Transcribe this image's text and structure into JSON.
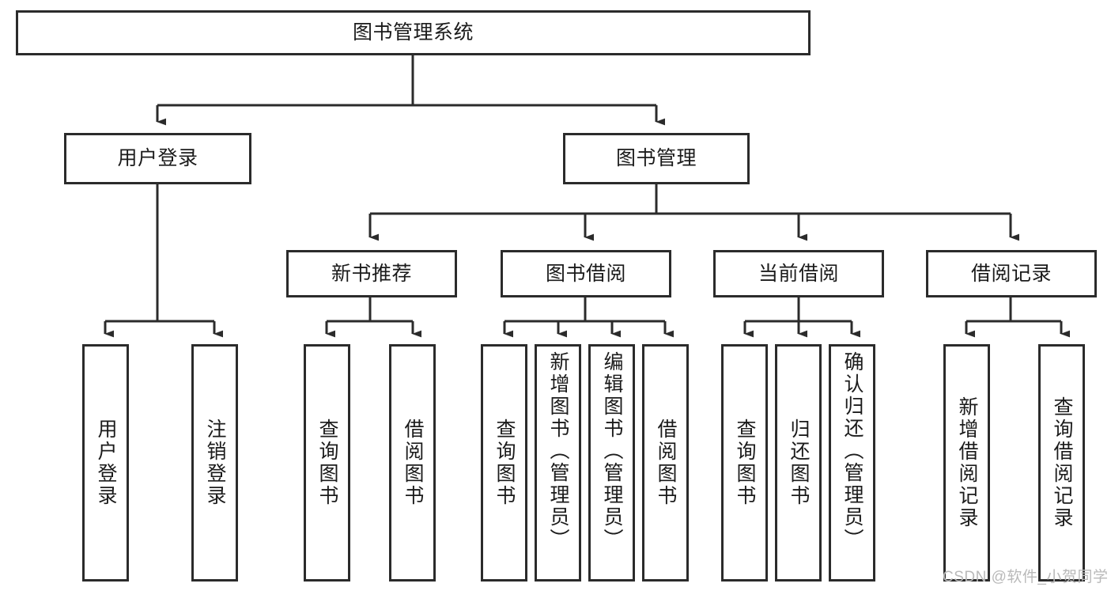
{
  "diagram": {
    "title": "图书管理系统",
    "type": "tree-hierarchy",
    "colors": {
      "box_border": "#2b2b2b",
      "box_fill": "#ffffff",
      "edge": "#2b2b2b",
      "background": "#ffffff",
      "watermark": "#b9b9b9"
    },
    "levels": {
      "level1": [
        "图书管理系统"
      ],
      "level2": [
        "用户登录",
        "图书管理"
      ],
      "level3": [
        "新书推荐",
        "图书借阅",
        "当前借阅",
        "借阅记录"
      ],
      "level4": [
        "用户登录",
        "注销登录",
        "查询图书",
        "借阅图书",
        "查询图书",
        "新增图书（管理员）",
        "编辑图书（管理员）",
        "借阅图书",
        "查询图书",
        "归还图书",
        "确认归还（管理员）",
        "新增借阅记录",
        "查询借阅记录"
      ]
    },
    "nodes": {
      "root": {
        "label": "图书管理系统"
      },
      "user_login": {
        "label": "用户登录"
      },
      "book_manage": {
        "label": "图书管理"
      },
      "new_book_rec": {
        "label": "新书推荐"
      },
      "book_borrow": {
        "label": "图书借阅"
      },
      "current_borrow": {
        "label": "当前借阅"
      },
      "borrow_record": {
        "label": "借阅记录"
      },
      "leaf_user_login": {
        "label": "用户登录"
      },
      "leaf_logout": {
        "label": "注销登录"
      },
      "leaf_query_book_1": {
        "label": "查询图书"
      },
      "leaf_borrow_book_1": {
        "label": "借阅图书"
      },
      "leaf_query_book_2": {
        "label": "查询图书"
      },
      "leaf_add_book": {
        "label": "新增图书（管理员）"
      },
      "leaf_edit_book": {
        "label": "编辑图书（管理员）"
      },
      "leaf_borrow_book_2": {
        "label": "借阅图书"
      },
      "leaf_query_book_3": {
        "label": "查询图书"
      },
      "leaf_return_book": {
        "label": "归还图书"
      },
      "leaf_confirm_return": {
        "label": "确认归还（管理员）"
      },
      "leaf_add_record": {
        "label": "新增借阅记录"
      },
      "leaf_query_record": {
        "label": "查询借阅记录"
      }
    }
  },
  "watermark": {
    "text": "CSDN @软件_小贺同学"
  }
}
